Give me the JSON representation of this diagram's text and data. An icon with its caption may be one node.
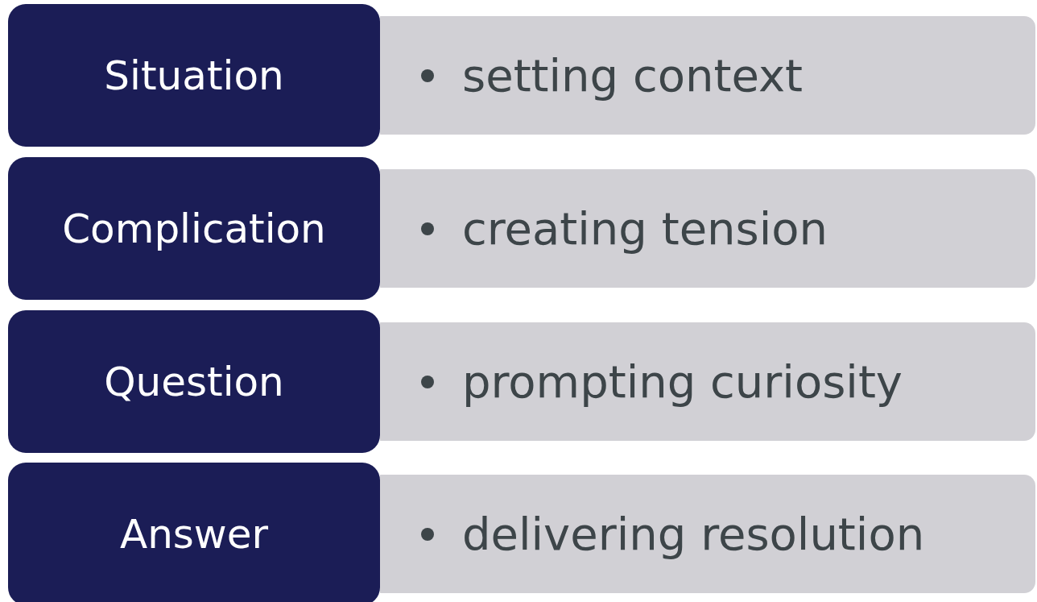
{
  "diagram": {
    "nodes": [
      {
        "text": [
          "Situation"
        ]
      },
      {
        "text": [
          "setting context"
        ]
      },
      {
        "text": [
          "Complication"
        ]
      },
      {
        "text": [
          "creating tension"
        ]
      },
      {
        "text": [
          "Question"
        ]
      },
      {
        "text": [
          "prompting curiosity"
        ]
      },
      {
        "text": [
          "Answer"
        ]
      },
      {
        "text": [
          "delivering resolution"
        ]
      }
    ]
  }
}
